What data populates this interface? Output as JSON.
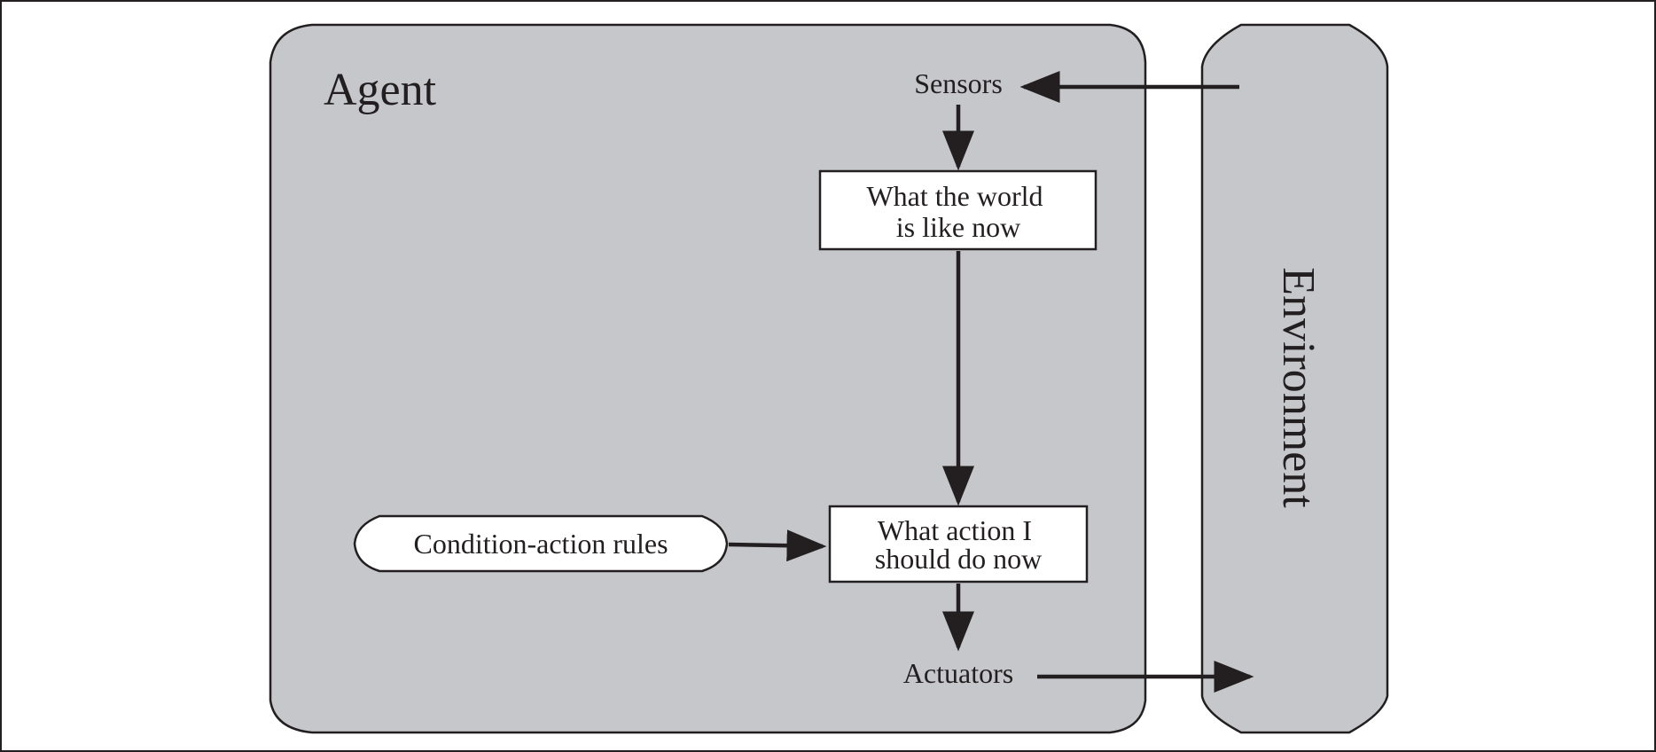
{
  "agent": {
    "label": "Agent"
  },
  "environment": {
    "label": "Environment"
  },
  "sensors": {
    "label": "Sensors"
  },
  "actuators": {
    "label": "Actuators"
  },
  "world_state": {
    "line1": "What the world",
    "line2": "is like now"
  },
  "action_choice": {
    "line1": "What action I",
    "line2": "should do now"
  },
  "rules": {
    "label": "Condition-action rules"
  },
  "colors": {
    "panel_fill": "#c6c7cb",
    "stroke": "#231f20",
    "box_fill": "#ffffff"
  }
}
